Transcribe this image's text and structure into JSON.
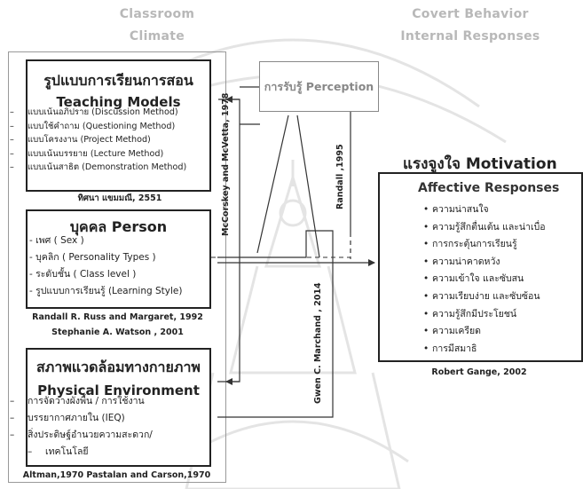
{
  "headers": {
    "left_line1": "Classroom",
    "left_line2": "Climate",
    "right_line1": "Covert Behavior",
    "right_line2": "Internal Responses"
  },
  "teaching": {
    "title_th": "รูปแบบการเรียนการสอน",
    "title_en": "Teaching Models",
    "items": [
      "แบบเน้นอภิปราย (Discussion Method)",
      "แบบใช้คำถาม (Questioning Method)",
      "แบบโครงงาน (Project Method)",
      "แบบเน้นบรรยาย (Lecture Method)",
      "แบบเน้นสาธิต (Demonstration Method)"
    ],
    "citation": "ทิศนา แขมมณี, 2551"
  },
  "person": {
    "title": "บุคคล Person",
    "items": [
      "- เพศ ( Sex )",
      "- บุคลิก ( Personality Types )",
      "- ระดับชั้น ( Class level )",
      "- รูปแบบการเรียนรู้  (Learning Style)"
    ],
    "citation1": "Randall R. Russ and Margaret, 1992",
    "citation2": "Stephanie A. Watson , 2001"
  },
  "physical": {
    "title_th": "สภาพแวดล้อมทางกายภาพ",
    "title_en": "Physical Environment",
    "items": [
      "การจัดวางผังพื้น / การใช้งาน",
      "บรรยากาศภายใน (IEQ)",
      "สิ่งประดิษฐ์อำนวยความสะดวก/",
      "เทคโนโลยี"
    ],
    "citation": "Altman,1970 Pastalan and Carson,1970"
  },
  "perception": {
    "label": "การรับรู้ Perception"
  },
  "motivation": {
    "title": "แรงจูงใจ Motivation",
    "subtitle": "Affective Responses",
    "items": [
      "ความน่าสนใจ",
      "ความรู้สึกตื่นเต้น และน่าเบื่อ",
      "การกระตุ้นการเรียนรู้",
      "ความน่าคาดหวัง",
      "ความเข้าใจ และซับสน",
      "ความเรียบง่าย และซับซ้อน",
      "ความรู้สึกมีประโยชน์",
      "ความเครียด",
      "การมีสมาธิ"
    ],
    "citation": "Robert Gange, 2002"
  },
  "connectors": {
    "mccorskey": "McCorskey and McVetta, 1978",
    "randall": "Randall ,1995",
    "gwen": "Gwen C. Marchand , 2014"
  }
}
